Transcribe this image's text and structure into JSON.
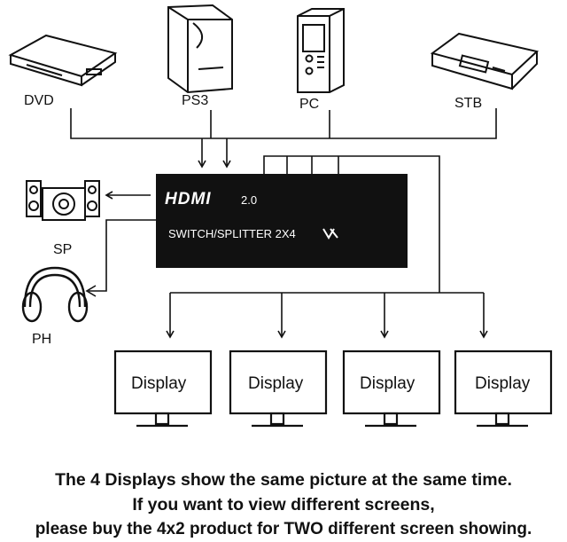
{
  "sources": [
    "DVD",
    "PS3",
    "PC",
    "STB"
  ],
  "audio_outputs": [
    "SP",
    "PH"
  ],
  "device": {
    "logo": "HDMI",
    "version": "2.0",
    "model": "SWITCH/SPLITTER 2X4"
  },
  "displays": [
    "Display",
    "Display",
    "Display",
    "Display"
  ],
  "caption": [
    "The 4 Displays show the same picture at the same time.",
    "If you want to view different screens,",
    "please buy the 4x2 product for TWO different screen showing."
  ],
  "colors": {
    "line": "#111111",
    "device": "#111111",
    "device_text": "#ffffff",
    "background": "#ffffff"
  },
  "icons": [
    "dvd-player-icon",
    "ps3-console-icon",
    "pc-tower-icon",
    "set-top-box-icon",
    "speakers-icon",
    "headphones-icon",
    "monitor-icon"
  ]
}
